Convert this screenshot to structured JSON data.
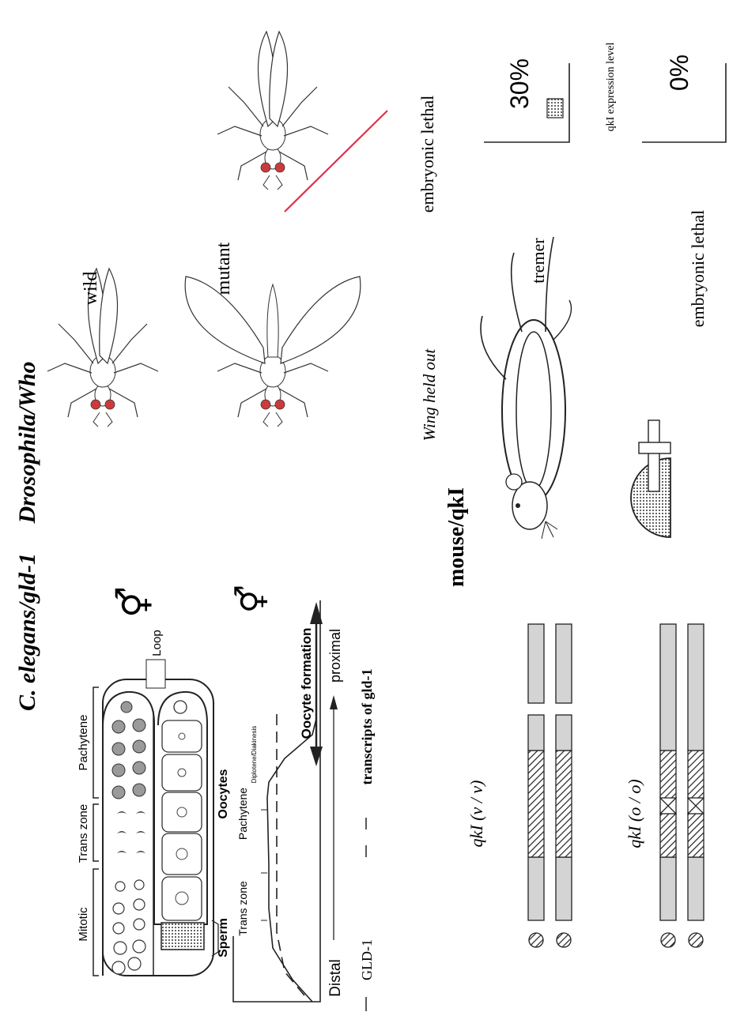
{
  "celegans": {
    "title": "C. elegans/gld-1",
    "zones": [
      "Mitotic",
      "Trans zone",
      "Pachytene"
    ],
    "loop": "Loop",
    "sperm": "Sperm",
    "oocytes": "Oocytes",
    "gender_symbol": "⚥",
    "graph": {
      "stage_labels": [
        "Trans zone",
        "Pachytene",
        "Diplotene/Diakinesis"
      ],
      "oocyte_formation": "Oocyte formation",
      "distal": "Distal",
      "proximal": "proximal",
      "gld1": "GLD-1",
      "transcripts": "transcripts of gld-1"
    }
  },
  "drosophila": {
    "title": "Drosophila/Who",
    "wild": "wild",
    "mutant": "mutant",
    "wing_held_out": "Wing held out",
    "embryonic_lethal": "embryonic lethal"
  },
  "mouse": {
    "title": "mouse/qkI",
    "tremer": "tremer",
    "embryonic_lethal": "embryonic lethal",
    "genotype_v": "qkI (v / v)",
    "genotype_o": "qkI (o / o)",
    "pct_30": "30%",
    "pct_0": "0%",
    "expression_label": "qkI expression level"
  },
  "colors": {
    "fly_eye": "#cc3b3b",
    "cross_out": "#e0304a",
    "chromosome_fill": "#d4d4d4"
  }
}
